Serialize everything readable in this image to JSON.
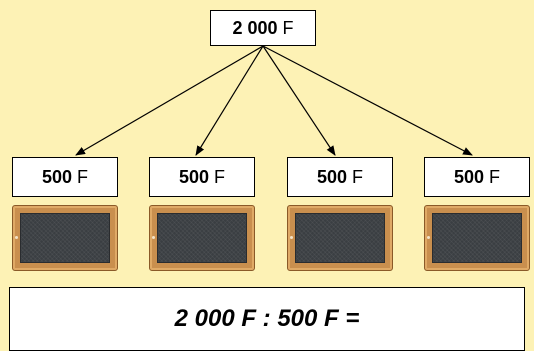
{
  "total": {
    "number": "2 000",
    "unit": "F"
  },
  "parts": [
    {
      "number": "500",
      "unit": "F"
    },
    {
      "number": "500",
      "unit": "F"
    },
    {
      "number": "500",
      "unit": "F"
    },
    {
      "number": "500",
      "unit": "F"
    }
  ],
  "equation": "2 000 F : 500 F =",
  "colors": {
    "background": "#fdf2b5",
    "slate_frame": "#c98f4e",
    "slate_board": "#3a3e42"
  }
}
